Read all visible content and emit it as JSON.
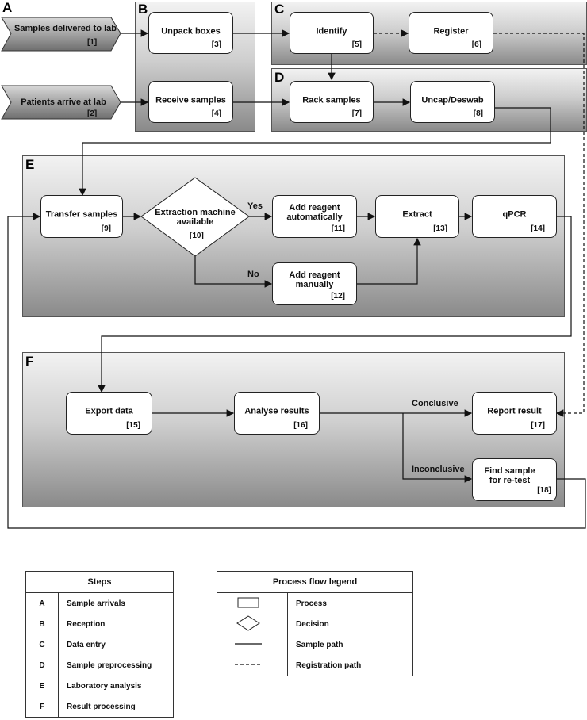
{
  "sections": {
    "A": "A",
    "B": "B",
    "C": "C",
    "D": "D",
    "E": "E",
    "F": "F"
  },
  "inputs": {
    "samples_delivered": {
      "label": "Samples delivered to lab",
      "num": "[1]"
    },
    "patients_arrive": {
      "label": "Patients arrive at lab",
      "num": "[2]"
    }
  },
  "nodes": {
    "unpack": {
      "label": "Unpack boxes",
      "num": "[3]"
    },
    "receive": {
      "label": "Receive samples",
      "num": "[4]"
    },
    "identify": {
      "label": "Identify",
      "num": "[5]"
    },
    "register": {
      "label": "Register",
      "num": "[6]"
    },
    "rack": {
      "label": "Rack samples",
      "num": "[7]"
    },
    "uncap": {
      "label": "Uncap/Deswab",
      "num": "[8]"
    },
    "transfer": {
      "label": "Transfer samples",
      "num": "[9]"
    },
    "decision": {
      "label": "Extraction machine available",
      "num": "[10]"
    },
    "reagent_auto": {
      "label": "Add reagent automatically",
      "num": "[11]"
    },
    "reagent_manual": {
      "label": "Add reagent manually",
      "num": "[12]"
    },
    "extract": {
      "label": "Extract",
      "num": "[13]"
    },
    "qpcr": {
      "label": "qPCR",
      "num": "[14]"
    },
    "export": {
      "label": "Export data",
      "num": "[15]"
    },
    "analyse": {
      "label": "Analyse results",
      "num": "[16]"
    },
    "report": {
      "label": "Report result",
      "num": "[17]"
    },
    "retest": {
      "label": "Find sample for re-test",
      "num": "[18]"
    }
  },
  "edge_labels": {
    "yes": "Yes",
    "no": "No",
    "conclusive": "Conclusive",
    "inconclusive": "Inconclusive"
  },
  "steps_legend": {
    "title": "Steps",
    "rows": [
      {
        "key": "A",
        "value": "Sample arrivals"
      },
      {
        "key": "B",
        "value": "Reception"
      },
      {
        "key": "C",
        "value": "Data entry"
      },
      {
        "key": "D",
        "value": "Sample preprocessing"
      },
      {
        "key": "E",
        "value": "Laboratory analysis"
      },
      {
        "key": "F",
        "value": "Result processing"
      }
    ]
  },
  "flow_legend": {
    "title": "Process flow legend",
    "rows": [
      {
        "symbol": "process",
        "value": "Process"
      },
      {
        "symbol": "decision",
        "value": "Decision"
      },
      {
        "symbol": "solid-line",
        "value": "Sample path"
      },
      {
        "symbol": "dashed-line",
        "value": "Registration path"
      }
    ]
  },
  "colors": {
    "panel_dark": "#8a8a8a",
    "panel_light": "#f2f2f2",
    "line": "#222222"
  }
}
